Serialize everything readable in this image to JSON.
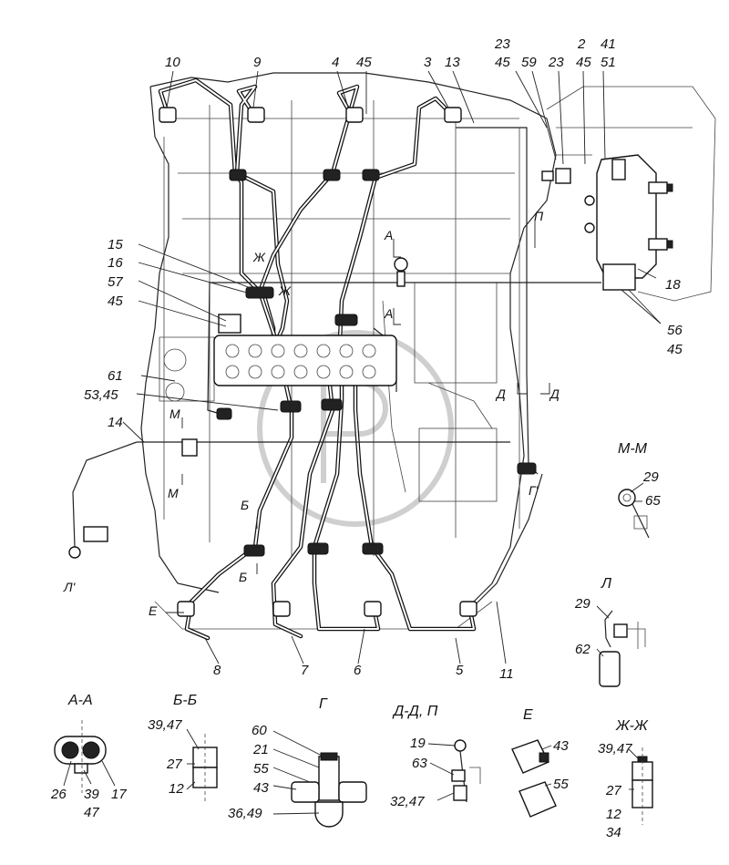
{
  "callouts": {
    "c10": "10",
    "c9": "9",
    "c4": "4",
    "c45a": "45",
    "c3": "3",
    "c13": "13",
    "c23a": "23",
    "c45b": "45",
    "c59": "59",
    "c23b": "23",
    "c2": "2",
    "c45c": "45",
    "c41": "41",
    "c51": "51",
    "c15": "15",
    "c16": "16",
    "c57": "57",
    "c45d": "45",
    "c61": "61",
    "c5345": "53,45",
    "c14": "14",
    "c18": "18",
    "c56": "56",
    "c45e": "45",
    "c8": "8",
    "c7": "7",
    "c6": "6",
    "c5": "5",
    "c11": "11"
  },
  "section_marks": {
    "a_top": "А",
    "a_bottom": "А",
    "p": "П",
    "zh_top": "Ж",
    "zh_bottom": "Ж",
    "m_top": "М",
    "m_bottom": "М",
    "d_left": "Д",
    "d_right": "Д",
    "g": "Г'",
    "b_top": "Б",
    "b_bottom": "Б",
    "l": "Л'",
    "e": "Е"
  },
  "detail_views": {
    "mm": {
      "title": "М-М",
      "labels": [
        "29",
        "65"
      ]
    },
    "l": {
      "title": "Л",
      "labels": [
        "29",
        "62"
      ]
    },
    "aa": {
      "title": "А-А",
      "labels": [
        "26",
        "39",
        "47",
        "17"
      ]
    },
    "bb": {
      "title": "Б-Б",
      "labels": [
        "39,47",
        "27",
        "12"
      ]
    },
    "g": {
      "title": "Г",
      "labels": [
        "60",
        "21",
        "55",
        "43",
        "36,49"
      ]
    },
    "dd": {
      "title": "Д-Д, П",
      "labels": [
        "19",
        "63",
        "32,47"
      ]
    },
    "e": {
      "title": "Е",
      "labels": [
        "43",
        "55"
      ]
    },
    "zhzh": {
      "title": "Ж-Ж",
      "labels": [
        "39,47",
        "27",
        "12",
        "34"
      ]
    }
  }
}
